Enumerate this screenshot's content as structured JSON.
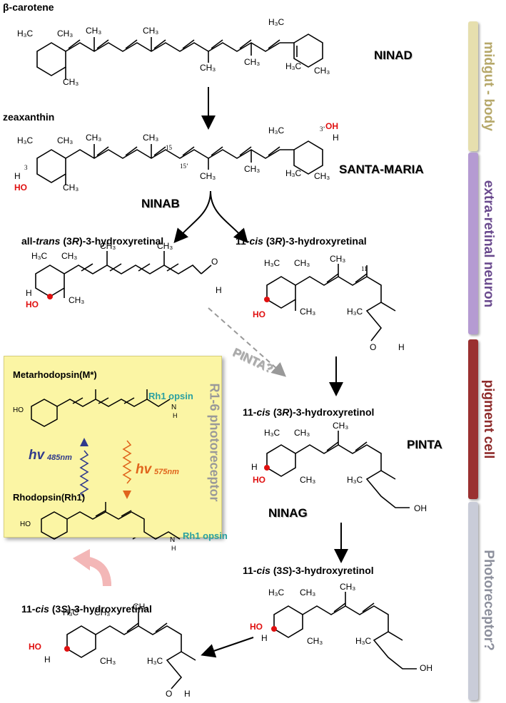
{
  "compounds": {
    "beta_carotene": "β-carotene",
    "zeaxanthin": "zeaxanthin",
    "all_trans_part1": "all-",
    "all_trans_italic": "trans",
    "all_trans_part2": " (3",
    "all_trans_R": "R",
    "all_trans_part3": ")-3-hydroxyretinal",
    "cis_retinal_part1": "11-",
    "cis_retinal_italic": "cis",
    "cis_retinal_part2": " (3",
    "cis_retinal_R": "R",
    "cis_retinal_part3": ")-3-hydroxyretinal",
    "cis_retinol_R_part1": "11-",
    "cis_retinol_R_italic": "cis",
    "cis_retinol_R_part2": " (3",
    "cis_retinol_R_R": "R",
    "cis_retinol_R_part3": ")-3-hydroxyretinol",
    "cis_retinol_S_part1": "11-",
    "cis_retinol_S_italic": "cis",
    "cis_retinol_S_part2": " (3",
    "cis_retinol_S_S": "S",
    "cis_retinol_S_part3": ")-3-hydroxyretinol",
    "cis_retinal_S_part1": "11-",
    "cis_retinal_S_italic": "cis",
    "cis_retinal_S_part2": " (3",
    "cis_retinal_S_S": "S",
    "cis_retinal_S_part3": ")-3-hydroxyretinal"
  },
  "enzymes": {
    "ninad": "NINAD",
    "santa_maria": "SANTA-MARIA",
    "ninab": "NINAB",
    "pinta_q": "PINTA?",
    "pinta": "PINTA",
    "ninag": "NINAG"
  },
  "box": {
    "metarhodopsin": "Metarhodopsin(M*)",
    "rhodopsin": "Rhodopsin(Rh1)",
    "rh1_opsin": "Rh1 opsin",
    "nh": "N",
    "nh_h": "H",
    "hv": "hv",
    "wl_485": "485nm",
    "wl_575": "575nm",
    "side_label": "R1-6 photoreceptor",
    "ho": "HO"
  },
  "atoms": {
    "h3c": "H₃C",
    "ch3": "CH₃",
    "oh": "OH",
    "ho": "HO",
    "h": "H",
    "o": "O",
    "n15": "15",
    "n15p": "15’",
    "n3": "3",
    "n3p": "3’",
    "n11": "11"
  },
  "tissues": {
    "midgut": "midgut - body",
    "extra_retinal": "extra-retinal neuron",
    "pigment": "pigment cell",
    "photoreceptor": "Photoreceptor?"
  },
  "colors": {
    "midgut_bar": "#e6dfae",
    "midgut_text": "#b6a86a",
    "extra_bar": "#b59bd2",
    "extra_text": "#6a4a8e",
    "pigment_bar": "#9a3030",
    "pigment_text": "#8e2a2a",
    "photo_bar": "#c9ccd8",
    "photo_text": "#8c8f9c",
    "box_bg": "#fbf5a4",
    "blue_label": "#2aa0a0",
    "hv_blue": "#303a8c",
    "hv_orange": "#e0641c",
    "red_oh": "#e01010"
  }
}
